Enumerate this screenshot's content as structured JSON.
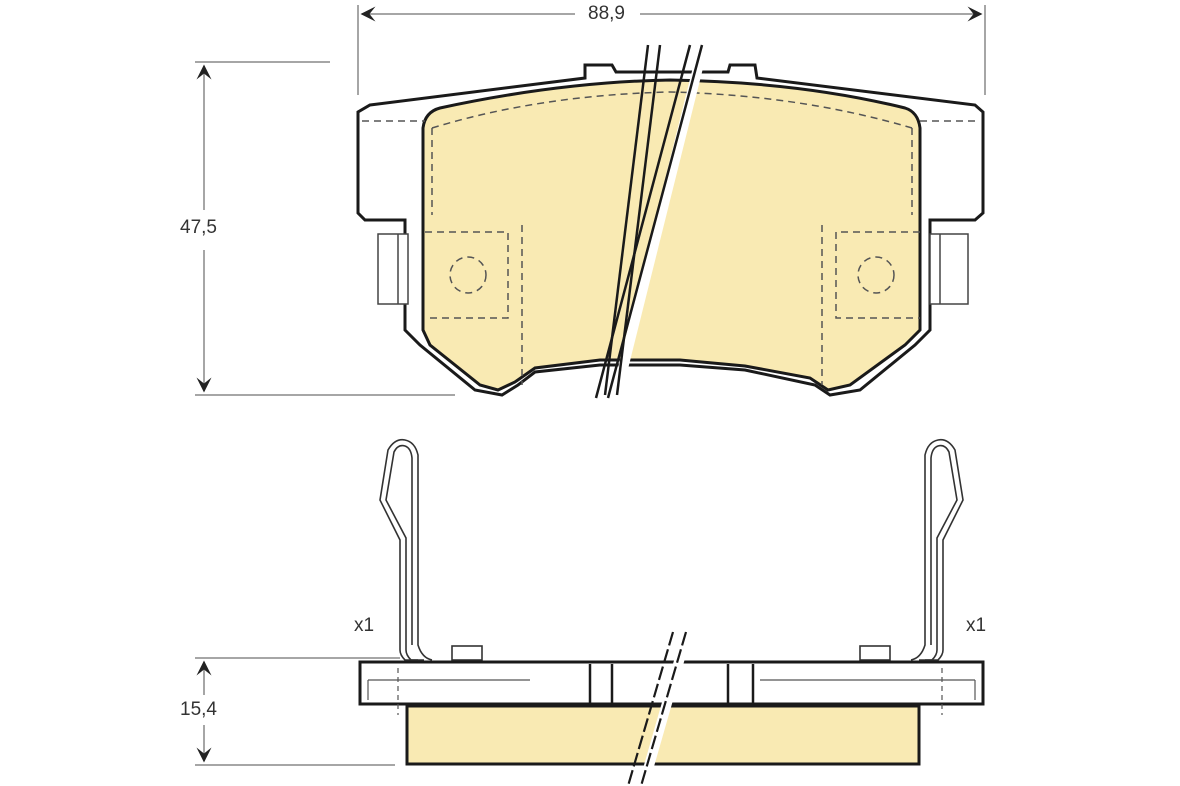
{
  "diagram": {
    "subject": "Brake pad set technical drawing",
    "dimensions": {
      "width": "88,9",
      "height": "47,5",
      "thickness": "15,4"
    },
    "quantities": {
      "left_clip": "x1",
      "right_clip": "x1"
    },
    "colors": {
      "friction_material": "#f9eab3",
      "outline": "#1a1a1a",
      "dimension_line": "#777777",
      "background": "#ffffff"
    }
  }
}
